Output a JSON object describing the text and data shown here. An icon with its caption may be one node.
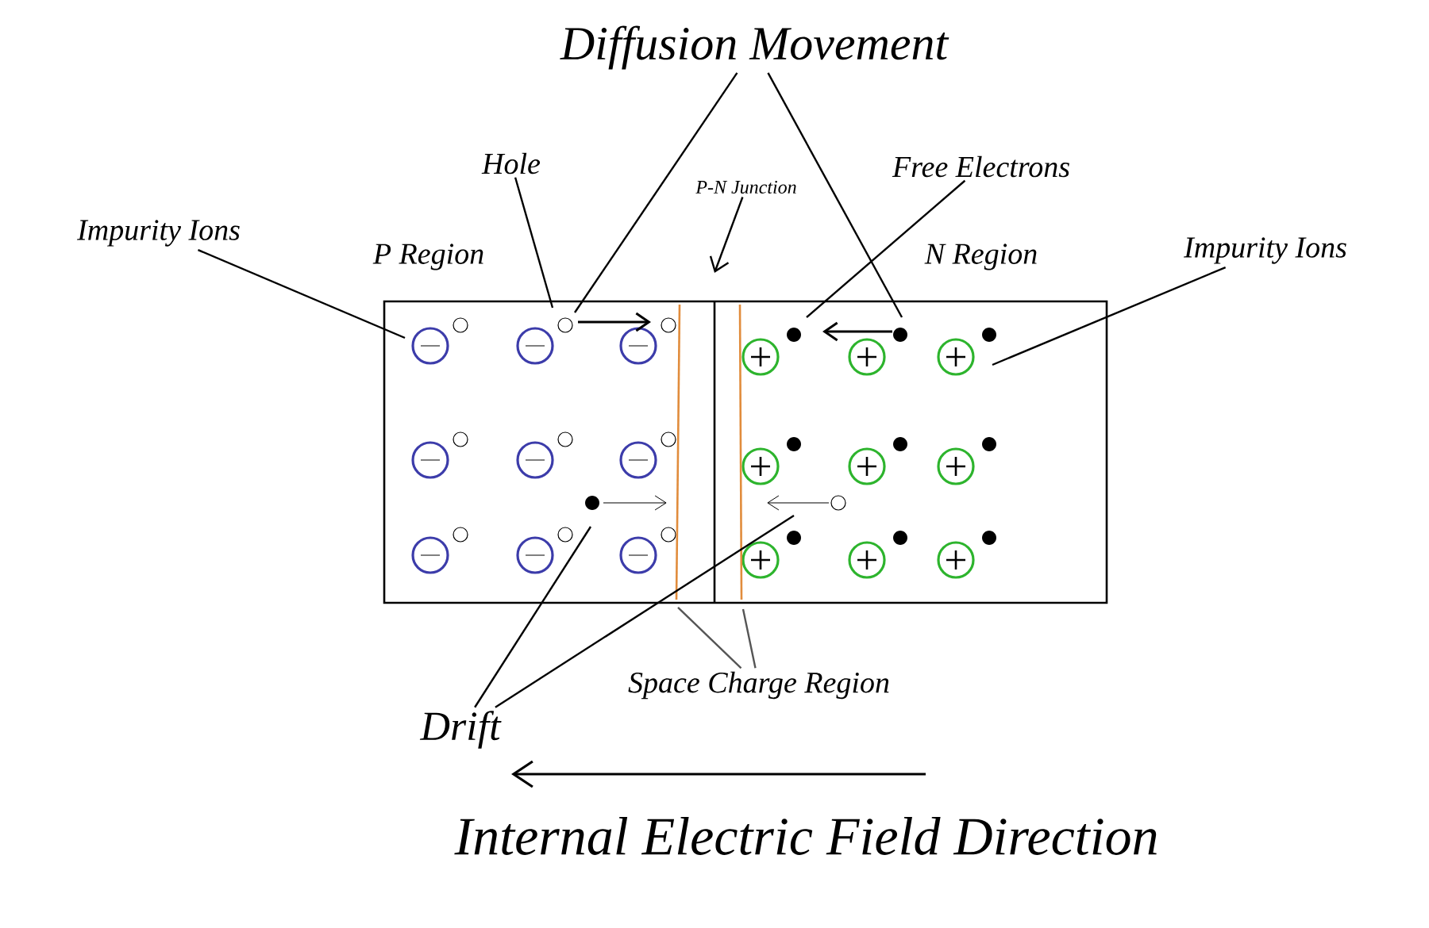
{
  "diagram": {
    "nodes": [
      {
        "text": [
          "Diffusion Movement"
        ]
      },
      {
        "text": [
          "Hole"
        ]
      },
      {
        "text": [
          "P-N Junction"
        ]
      },
      {
        "text": [
          "Free Electrons"
        ]
      },
      {
        "text": [
          "Impurity Ions"
        ]
      },
      {
        "text": [
          "Impurity Ions"
        ]
      },
      {
        "text": [
          "Space Charge Region"
        ]
      },
      {
        "text": [
          "Drift"
        ]
      },
      {
        "text": [],
        "shape": "box"
      }
    ],
    "edges": [
      {
        "from": 0,
        "to": 8,
        "arrow": "none"
      },
      {
        "from": 0,
        "to": 8,
        "arrow": "none"
      },
      {
        "from": 1,
        "to": 8,
        "arrow": "none"
      },
      {
        "from": 2,
        "to": null,
        "arrow": "to"
      },
      {
        "from": 3,
        "to": 8,
        "arrow": "none"
      },
      {
        "from": 4,
        "to": 8,
        "arrow": "none"
      },
      {
        "from": 5,
        "to": 8,
        "arrow": "none"
      },
      {
        "from": 6,
        "to": 8,
        "arrow": "none",
        "color": "#555555"
      },
      {
        "from": 6,
        "to": 8,
        "arrow": "none",
        "color": "#555555"
      },
      {
        "from": 7,
        "to": 8,
        "arrow": "none"
      },
      {
        "from": 7,
        "to": 8,
        "arrow": "none"
      }
    ],
    "labels": [
      "P Region",
      "N Region",
      "Internal Electric Field Direction"
    ]
  }
}
